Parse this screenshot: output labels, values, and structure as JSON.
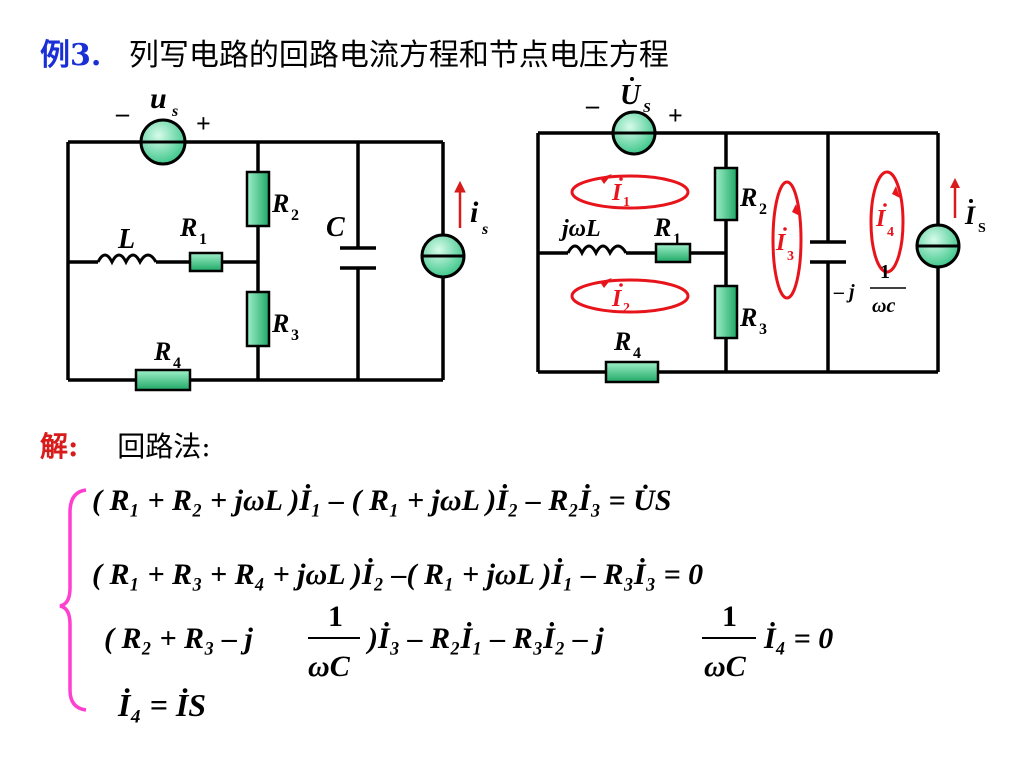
{
  "title": {
    "example": "例3.",
    "text": "列写电路的回路电流方程和节点电压方程"
  },
  "solution": {
    "jie": "解:",
    "method": "回路法:"
  },
  "left_circuit": {
    "source_top": "u",
    "source_top_sub": "s",
    "minus": "–",
    "plus": "+",
    "R2": "R",
    "R2_sub": "2",
    "R3": "R",
    "R3_sub": "3",
    "R1": "R",
    "R1_sub": "1",
    "R4": "R",
    "R4_sub": "4",
    "L": "L",
    "C": "C",
    "is": "i",
    "is_sub": "s"
  },
  "right_circuit": {
    "source_top": "U",
    "source_top_sub": "S",
    "minus": "–",
    "plus": "+",
    "jwL": "jωL",
    "R1": "R",
    "R1_sub": "1",
    "R2": "R",
    "R2_sub": "2",
    "R3": "R",
    "R3_sub": "3",
    "R4": "R",
    "R4_sub": "4",
    "cap_prefix": "– j",
    "cap_num": "1",
    "cap_den": "ωc",
    "I1": "I",
    "I1_sub": "1",
    "I2": "I",
    "I2_sub": "2",
    "I3": "I",
    "I3_sub": "3",
    "I4": "I",
    "I4_sub": "4",
    "Is": "I",
    "Is_sub": "S"
  },
  "equations": {
    "eq1": "( R₁ + R₂ + jωL )İ₁ – ( R₁ + jωL )İ₂ – R₂İ₃ = U̇S",
    "eq2": "( R₁ + R₃ + R₄ + jωL )İ₂ –( R₁ + jωL )İ₁ – R₃İ₃ = 0",
    "eq3a": "( R₂ + R₃ – j",
    "eq3_frac1_num": "1",
    "eq3_frac1_den": "ωC",
    "eq3b": ")İ₃ – R₂İ₁ – R₃İ₂ – j",
    "eq3_frac2_num": "1",
    "eq3_frac2_den": "ωC",
    "eq3c": "İ₄ = 0",
    "eq4": "İ₄ = İS"
  },
  "colors": {
    "example": "#1a2fd6",
    "jie": "#d81b1b",
    "loop": "#e8141b",
    "brace": "#ff3fd0",
    "resistor": "#2fbf78",
    "source_fill": "#7fe0b0"
  }
}
